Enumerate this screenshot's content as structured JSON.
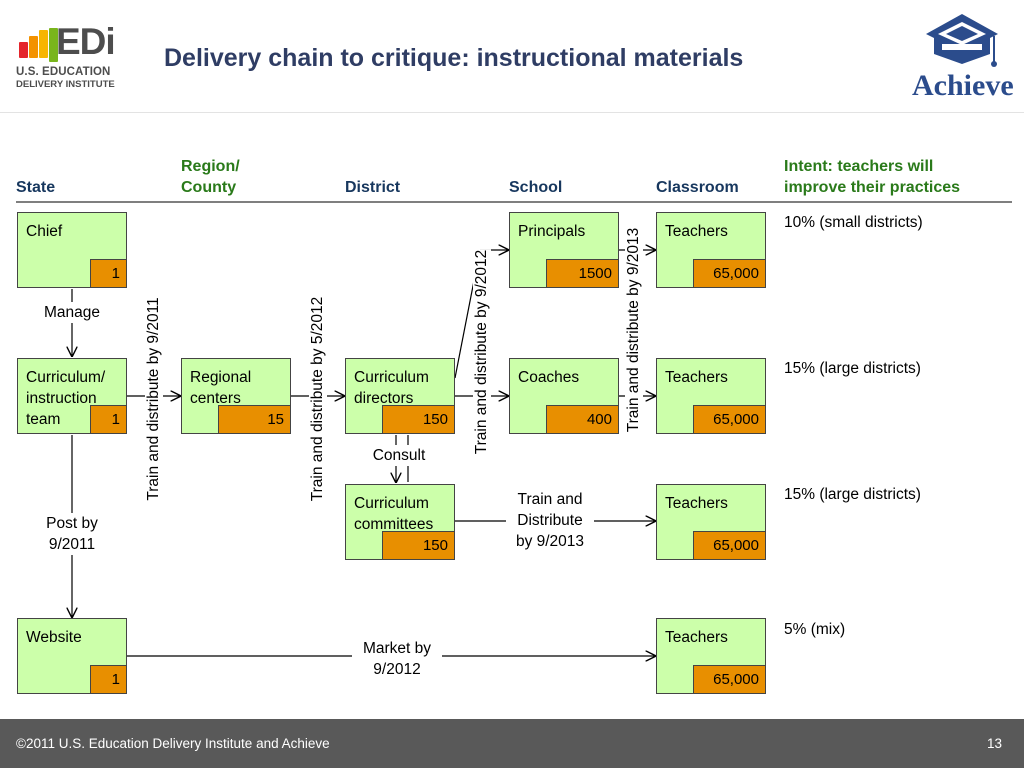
{
  "header": {
    "title": "Delivery chain to critique: instructional materials",
    "edi_logo": {
      "letters": "EDi",
      "line1": "U.S. EDUCATION",
      "line2": "DELIVERY INSTITUTE",
      "bar_colors": [
        "#e4252b",
        "#f39200",
        "#f7b500",
        "#79b51c"
      ]
    },
    "achieve_logo": {
      "text": "Achieve",
      "color": "#2b4c8c",
      "icon": "graduation-cap-icon"
    }
  },
  "columns": {
    "state": "State",
    "region": "Region/\nCounty",
    "district": "District",
    "school": "School",
    "classroom": "Classroom",
    "intent": "Intent: teachers will\nimprove their practices"
  },
  "boxes": {
    "chief": {
      "label": "Chief",
      "count": "1"
    },
    "curriculum_team": {
      "label": "Curriculum/\ninstruction\nteam",
      "count": "1"
    },
    "website": {
      "label": "Website",
      "count": "1"
    },
    "regional_centers": {
      "label": "Regional\ncenters",
      "count": "15"
    },
    "curriculum_directors": {
      "label": "Curriculum\ndirectors",
      "count": "150"
    },
    "curriculum_committees": {
      "label": "Curriculum\ncommittees",
      "count": "150"
    },
    "principals": {
      "label": "Principals",
      "count": "1500"
    },
    "coaches": {
      "label": "Coaches",
      "count": "400"
    },
    "teachers_row1": {
      "label": "Teachers",
      "count": "65,000"
    },
    "teachers_row2": {
      "label": "Teachers",
      "count": "65,000"
    },
    "teachers_row3": {
      "label": "Teachers",
      "count": "65,000"
    },
    "teachers_row4": {
      "label": "Teachers",
      "count": "65,000"
    }
  },
  "links": {
    "manage": "Manage",
    "post": "Post by\n9/2011",
    "consult": "Consult",
    "train_committees": "Train and\nDistribute\nby 9/2013",
    "market": "Market by\n9/2012",
    "train_region": "Train and distribute by 9/2011",
    "train_district": "Train and distribute by 5/2012",
    "train_school": "Train and distribute by 9/2012",
    "train_classroom": "Train and distribute by 9/2013"
  },
  "intent": {
    "row1": "10% (small districts)",
    "row2": "15% (large districts)",
    "row3": "15% (large districts)",
    "row4": "5% (mix)"
  },
  "footer": {
    "copyright": "©2011 U.S. Education Delivery Institute and Achieve",
    "page": "13"
  }
}
